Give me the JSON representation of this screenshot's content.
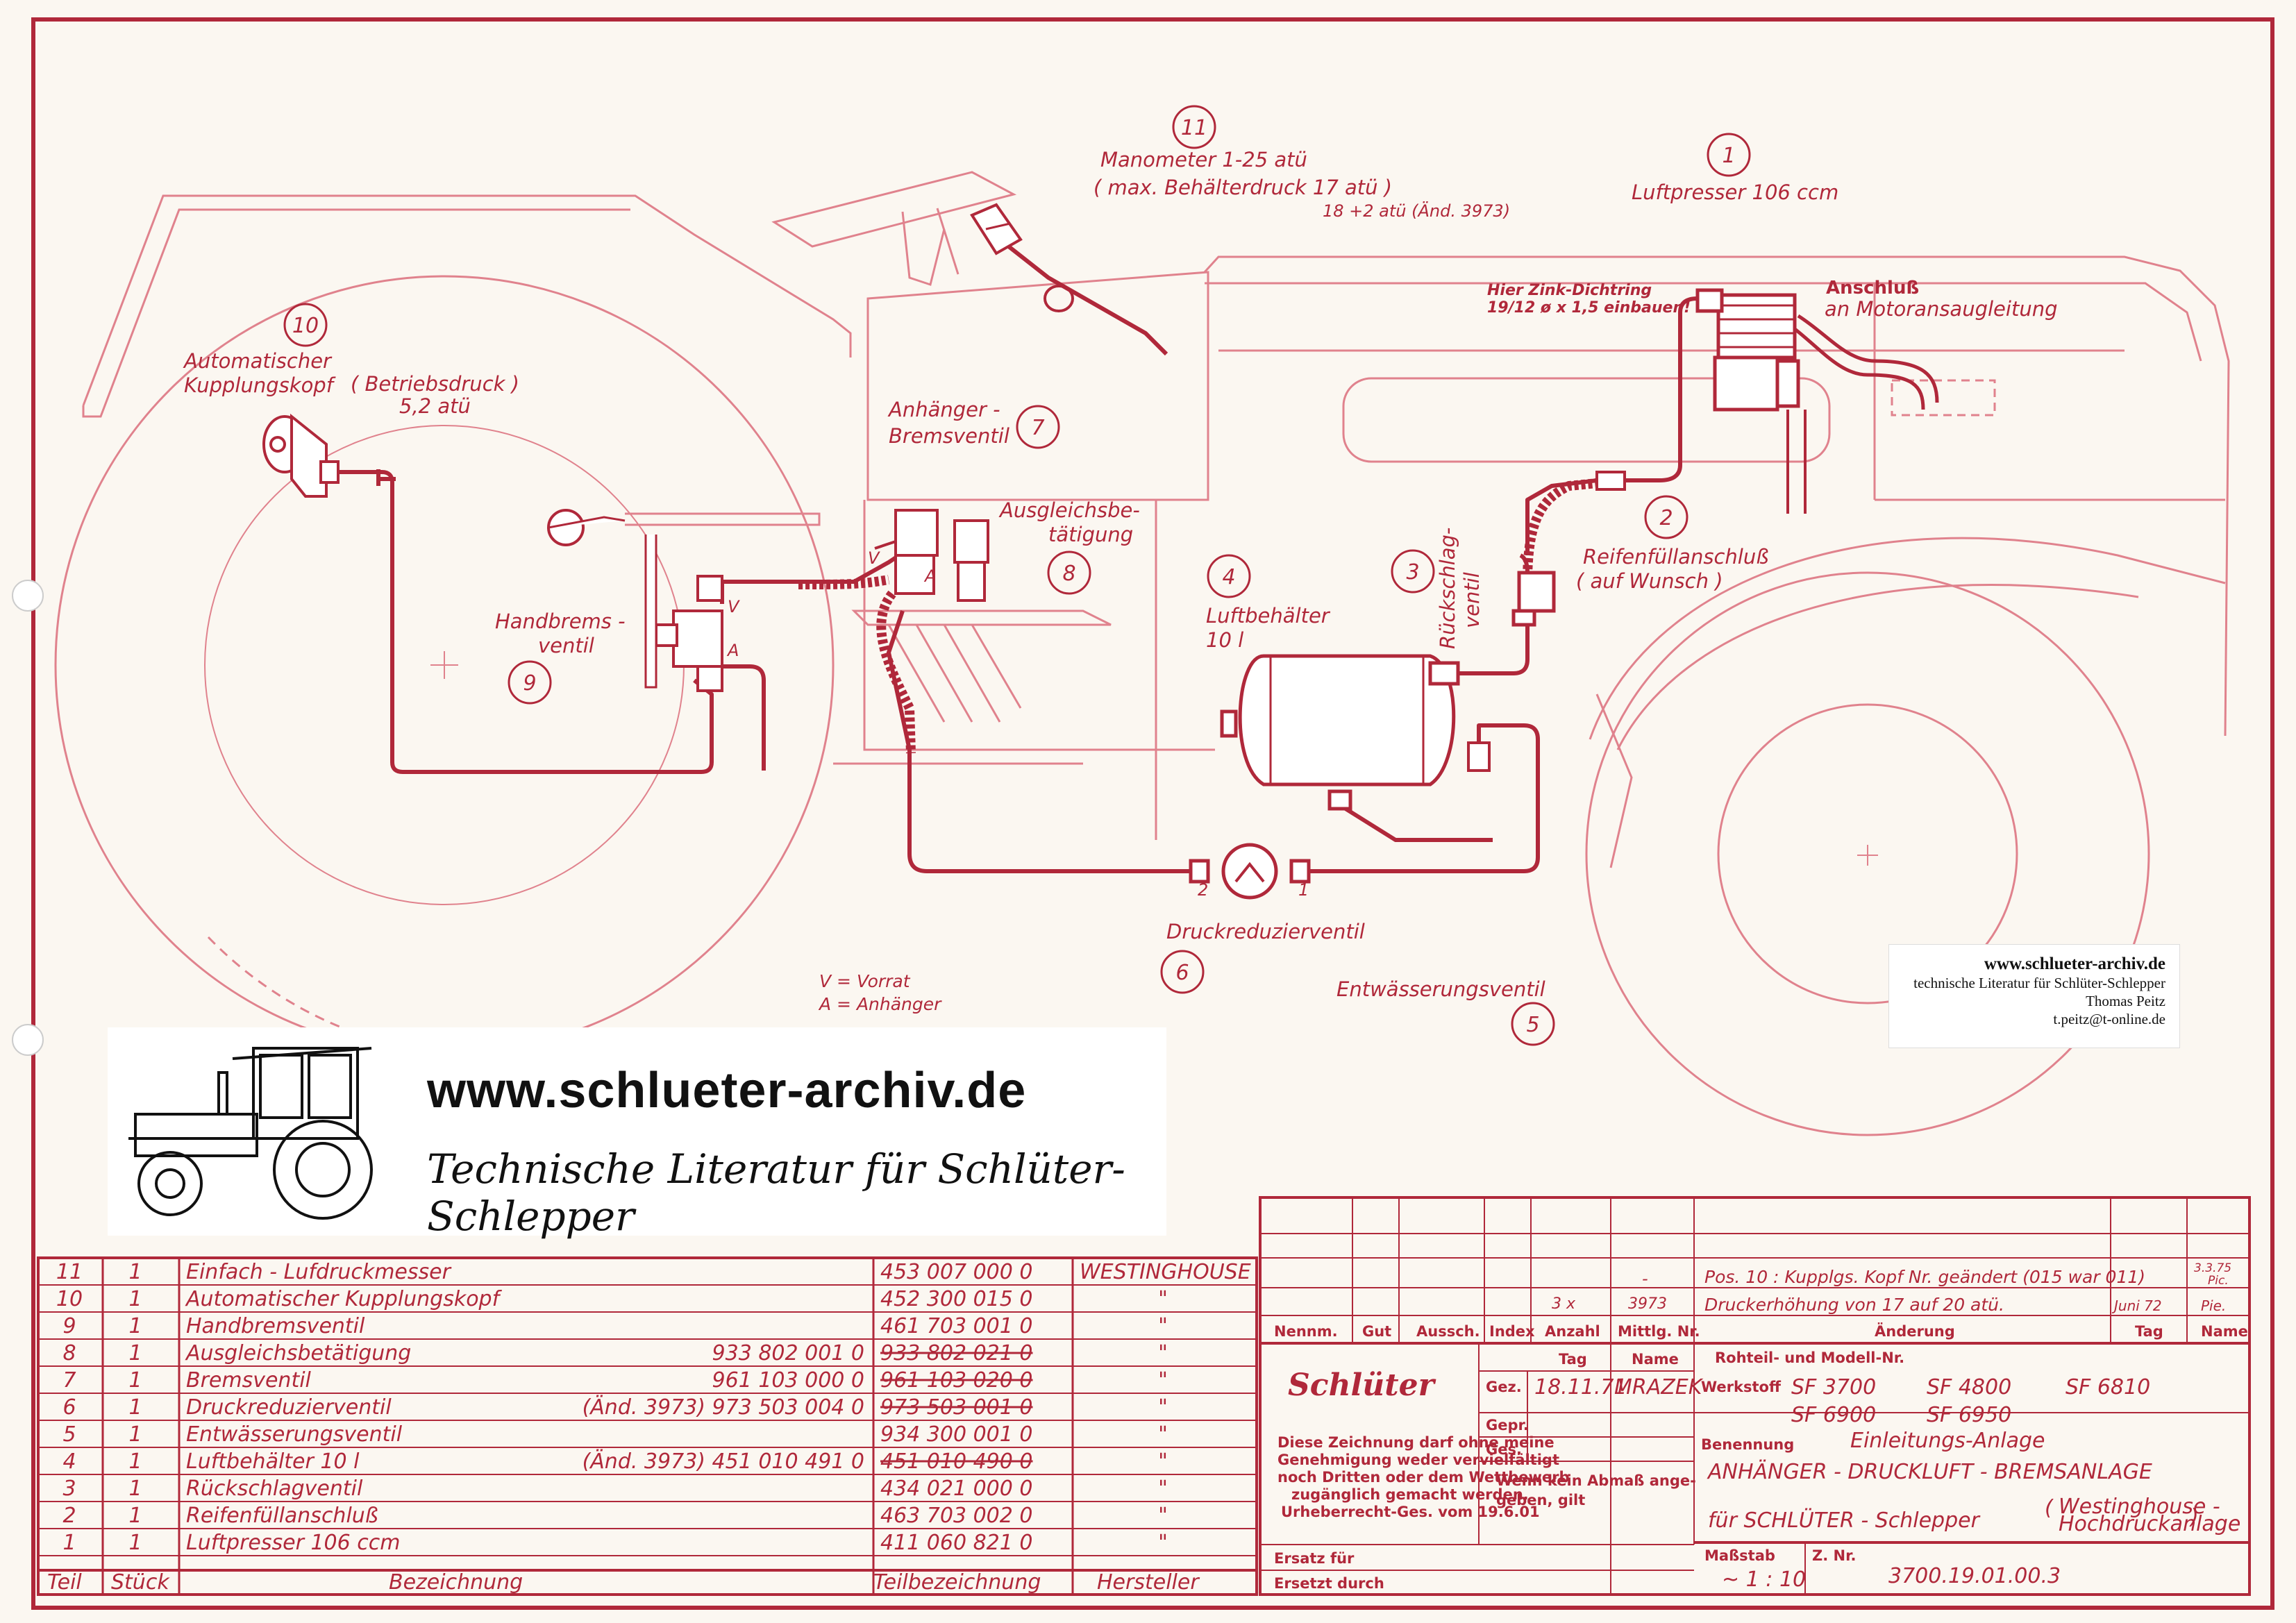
{
  "labels": {
    "manometer_line1": "Manometer 1-25 atü",
    "manometer_line2": "( max. Behälterdruck 17 atü )",
    "manometer_line3": "18 +2 atü (Änd. 3973)",
    "luftpresser": "Luftpresser 106 ccm",
    "dichtring_line1": "Hier Zink-Dichtring",
    "dichtring_line2": "19/12 ø x 1,5 einbauen!",
    "anschluss_title": "Anschluß",
    "anschluss_sub": "an Motoransaugleitung",
    "kupplung_line1": "Automatischer",
    "kupplung_line2": "Kupplungskopf",
    "betriebsdruck_line1": "( Betriebsdruck )",
    "betriebsdruck_line2": "5,2 atü",
    "anh_brems_line1": "Anhänger -",
    "anh_brems_line2": "Bremsventil",
    "ausgleich_line1": "Ausgleichsbe-",
    "ausgleich_line2": "tätigung",
    "luftbehaelter_line1": "Luftbehälter",
    "luftbehaelter_line2": "10 l",
    "rueckschlag_line1": "Rückschlag-",
    "rueckschlag_line2": "ventil",
    "reifen_line1": "Reifenfüllanschluß",
    "reifen_line2": "( auf Wunsch )",
    "handbrems_line1": "Handbrems -",
    "handbrems_line2": "ventil",
    "druckred": "Druckreduzierventil",
    "entwaess": "Entwässerungsventil",
    "legend_v": "V = Vorrat",
    "legend_a": "A = Anhänger",
    "port_v": "V",
    "port_a": "A",
    "port_1": "1",
    "port_2": "2"
  },
  "callouts": [
    "1",
    "2",
    "3",
    "4",
    "5",
    "6",
    "7",
    "8",
    "9",
    "10",
    "11"
  ],
  "watermark": {
    "url": "www.schlueter-archiv.de",
    "line1": "technische Literatur für Schlüter-Schlepper",
    "line2": "Thomas Peitz",
    "line3": "t.peitz@t-online.de"
  },
  "banner": {
    "url": "www.schlueter-archiv.de",
    "subtitle": "Technische Literatur für Schlüter-Schlepper"
  },
  "parts_header": {
    "teil": "Teil",
    "stueck": "Stück",
    "bezeichnung": "Bezeichnung",
    "teilbezeichnung": "Teilbezeichnung",
    "hersteller": "Hersteller"
  },
  "parts": [
    {
      "teil": "11",
      "stueck": "1",
      "name": "Einfach - Lufdruckmesser",
      "change": "",
      "old": "453 007 000 0",
      "oldStruck": false,
      "hersteller": "WESTINGHOUSE"
    },
    {
      "teil": "10",
      "stueck": "1",
      "name": "Automatischer  Kupplungskopf",
      "change": "",
      "old": "452 300 015 0",
      "oldStruck": false,
      "hersteller": "\""
    },
    {
      "teil": "9",
      "stueck": "1",
      "name": "Handbremsventil",
      "change": "",
      "old": "461 703 001 0",
      "oldStruck": false,
      "hersteller": "\""
    },
    {
      "teil": "8",
      "stueck": "1",
      "name": "Ausgleichsbetätigung",
      "change": "933 802 001 0",
      "old": "933 802 021 0",
      "oldStruck": true,
      "hersteller": "\""
    },
    {
      "teil": "7",
      "stueck": "1",
      "name": "Bremsventil",
      "change": "961 103 000 0",
      "old": "961 103 020 0",
      "oldStruck": true,
      "hersteller": "\""
    },
    {
      "teil": "6",
      "stueck": "1",
      "name": "Druckreduzierventil",
      "change": "(Änd. 3973) 973 503 004 0",
      "old": "973 503 001 0",
      "oldStruck": true,
      "hersteller": "\""
    },
    {
      "teil": "5",
      "stueck": "1",
      "name": "Entwässerungsventil",
      "change": "",
      "old": "934 300 001 0",
      "oldStruck": false,
      "hersteller": "\""
    },
    {
      "teil": "4",
      "stueck": "1",
      "name": "Luftbehälter  10 l",
      "change": "(Änd. 3973) 451 010 491 0",
      "old": "451 010 490 0",
      "oldStruck": true,
      "hersteller": "\""
    },
    {
      "teil": "3",
      "stueck": "1",
      "name": "Rückschlagventil",
      "change": "",
      "old": "434 021 000 0",
      "oldStruck": false,
      "hersteller": "\""
    },
    {
      "teil": "2",
      "stueck": "1",
      "name": "Reifenfüllanschluß",
      "change": "",
      "old": "463 703 002 0",
      "oldStruck": false,
      "hersteller": "\""
    },
    {
      "teil": "1",
      "stueck": "1",
      "name": "Luftpresser  106 ccm",
      "change": "",
      "old": "411 060 821 0",
      "oldStruck": false,
      "hersteller": "\""
    }
  ],
  "revisions": {
    "row1": {
      "text": "Pos. 10 : Kupplgs. Kopf Nr. geändert (015 war 011)",
      "date": "3.3.75",
      "name": "Pic."
    },
    "row2": {
      "anzahl": "3 x",
      "mittlg": "3973",
      "text": "Druckerhöhung von 17 auf 20 atü.",
      "date": "Juni 72",
      "name": "Pie."
    },
    "dash": "-",
    "headers": {
      "nennm": "Nennm.",
      "gut": "Gut",
      "aussch": "Aussch.",
      "index": "Index",
      "anzahl": "Anzahl",
      "mittlg": "Mittlg. Nr.",
      "aenderung": "Änderung",
      "tag": "Tag",
      "name": "Name"
    }
  },
  "titleblock": {
    "brand": "Schlüter",
    "notice": [
      "Diese Zeichnung darf ohne meine",
      "Genehmigung weder vervielfältigt",
      "noch Dritten oder dem Wettbewerb",
      "zugänglich gemacht werden.",
      "Urheberrecht-Ges. vom 19.6.01"
    ],
    "tag_header": "Tag",
    "name_header": "Name",
    "gez": "Gez.",
    "gez_date": "18.11.71",
    "gez_name": "MRAZEK",
    "gepr": "Gepr.",
    "ges": "Ges.",
    "abmass_line1": "Wenn kein Abmaß ange-",
    "abmass_line2": "geben, gilt",
    "ersatz_fuer": "Ersatz für",
    "ersetzt_durch": "Ersetzt durch",
    "rohteil": "Rohteil- und Modell-Nr.",
    "werkstoff": "Werkstoff",
    "models_row1": [
      "SF 3700",
      "SF 4800",
      "SF 6810"
    ],
    "models_row2": [
      "SF 6900",
      "SF 6950"
    ],
    "benennung": "Benennung",
    "benennung_hand": "Einleitungs-Anlage",
    "title_main": "ANHÄNGER - DRUCKLUFT - BREMSANLAGE",
    "fuer": "für  SCHLÜTER - Schlepper",
    "paren_line1": "Westinghouse -",
    "paren_line2": "Hochdruckanlage",
    "massstab": "Maßstab",
    "massstab_val": "~ 1 : 10",
    "znr": "Z. Nr.",
    "znr_val": "3700.19.01.00.3"
  }
}
